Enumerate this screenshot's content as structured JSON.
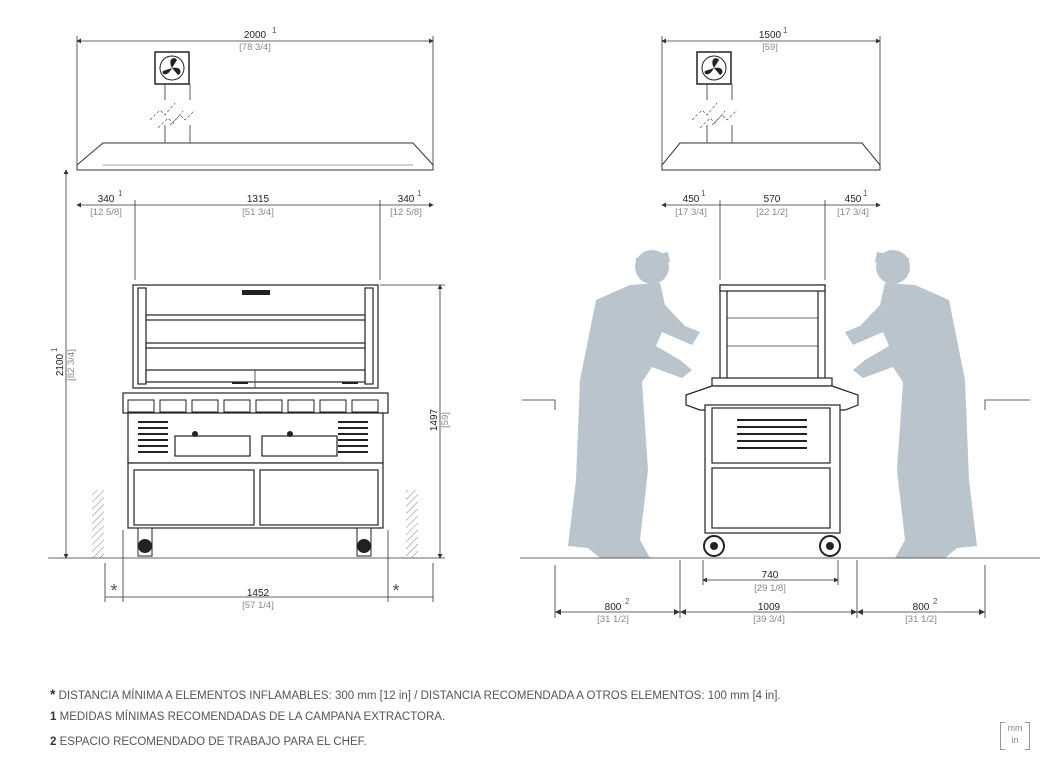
{
  "front_view": {
    "hood_width": "2000",
    "hood_width_in": "[78 3/4]",
    "hood_width_note": "1",
    "side_left": "340",
    "side_left_in": "[12 5/8]",
    "side_left_note": "1",
    "center": "1315",
    "center_in": "[51 3/4]",
    "side_right": "340",
    "side_right_in": "[12 5/8]",
    "side_right_note": "1",
    "hood_height": "2100",
    "hood_height_in": "[82 3/4]",
    "hood_height_note": "1",
    "unit_height": "1497",
    "unit_height_in": "[59]",
    "base_width": "1452",
    "base_width_in": "[57 1/4]",
    "clearance_mark": "*"
  },
  "side_view": {
    "hood_width": "1500",
    "hood_width_in": "[59]",
    "hood_width_note": "1",
    "side_left": "450",
    "side_left_in": "[17 3/4]",
    "side_left_note": "1",
    "center": "570",
    "center_in": "[22 1/2]",
    "side_right": "450",
    "side_right_in": "[17 3/4]",
    "side_right_note": "1",
    "wheel_base": "740",
    "wheel_base_in": "[29 1/8]",
    "depth": "1009",
    "depth_in": "[39 3/4]",
    "chef_left": "800",
    "chef_left_in": "[31 1/2]",
    "chef_left_note": "2",
    "chef_right": "800",
    "chef_right_in": "[31 1/2]",
    "chef_right_note": "2"
  },
  "notes": [
    {
      "mark": "*",
      "text": "DISTANCIA MÍNIMA A ELEMENTOS INFLAMABLES: 300 mm [12 in] / DISTANCIA RECOMENDADA A OTROS ELEMENTOS: 100 mm [4 in]."
    },
    {
      "mark": "1",
      "text": "MEDIDAS MÍNIMAS RECOMENDADAS DE LA CAMPANA EXTRACTORA."
    },
    {
      "mark": "2",
      "text": "ESPACIO RECOMENDADO DE TRABAJO PARA EL CHEF."
    }
  ],
  "units": {
    "top": "mm",
    "bottom": "in"
  },
  "colors": {
    "silhouette": "#b9c4cc",
    "line": "#333333"
  }
}
